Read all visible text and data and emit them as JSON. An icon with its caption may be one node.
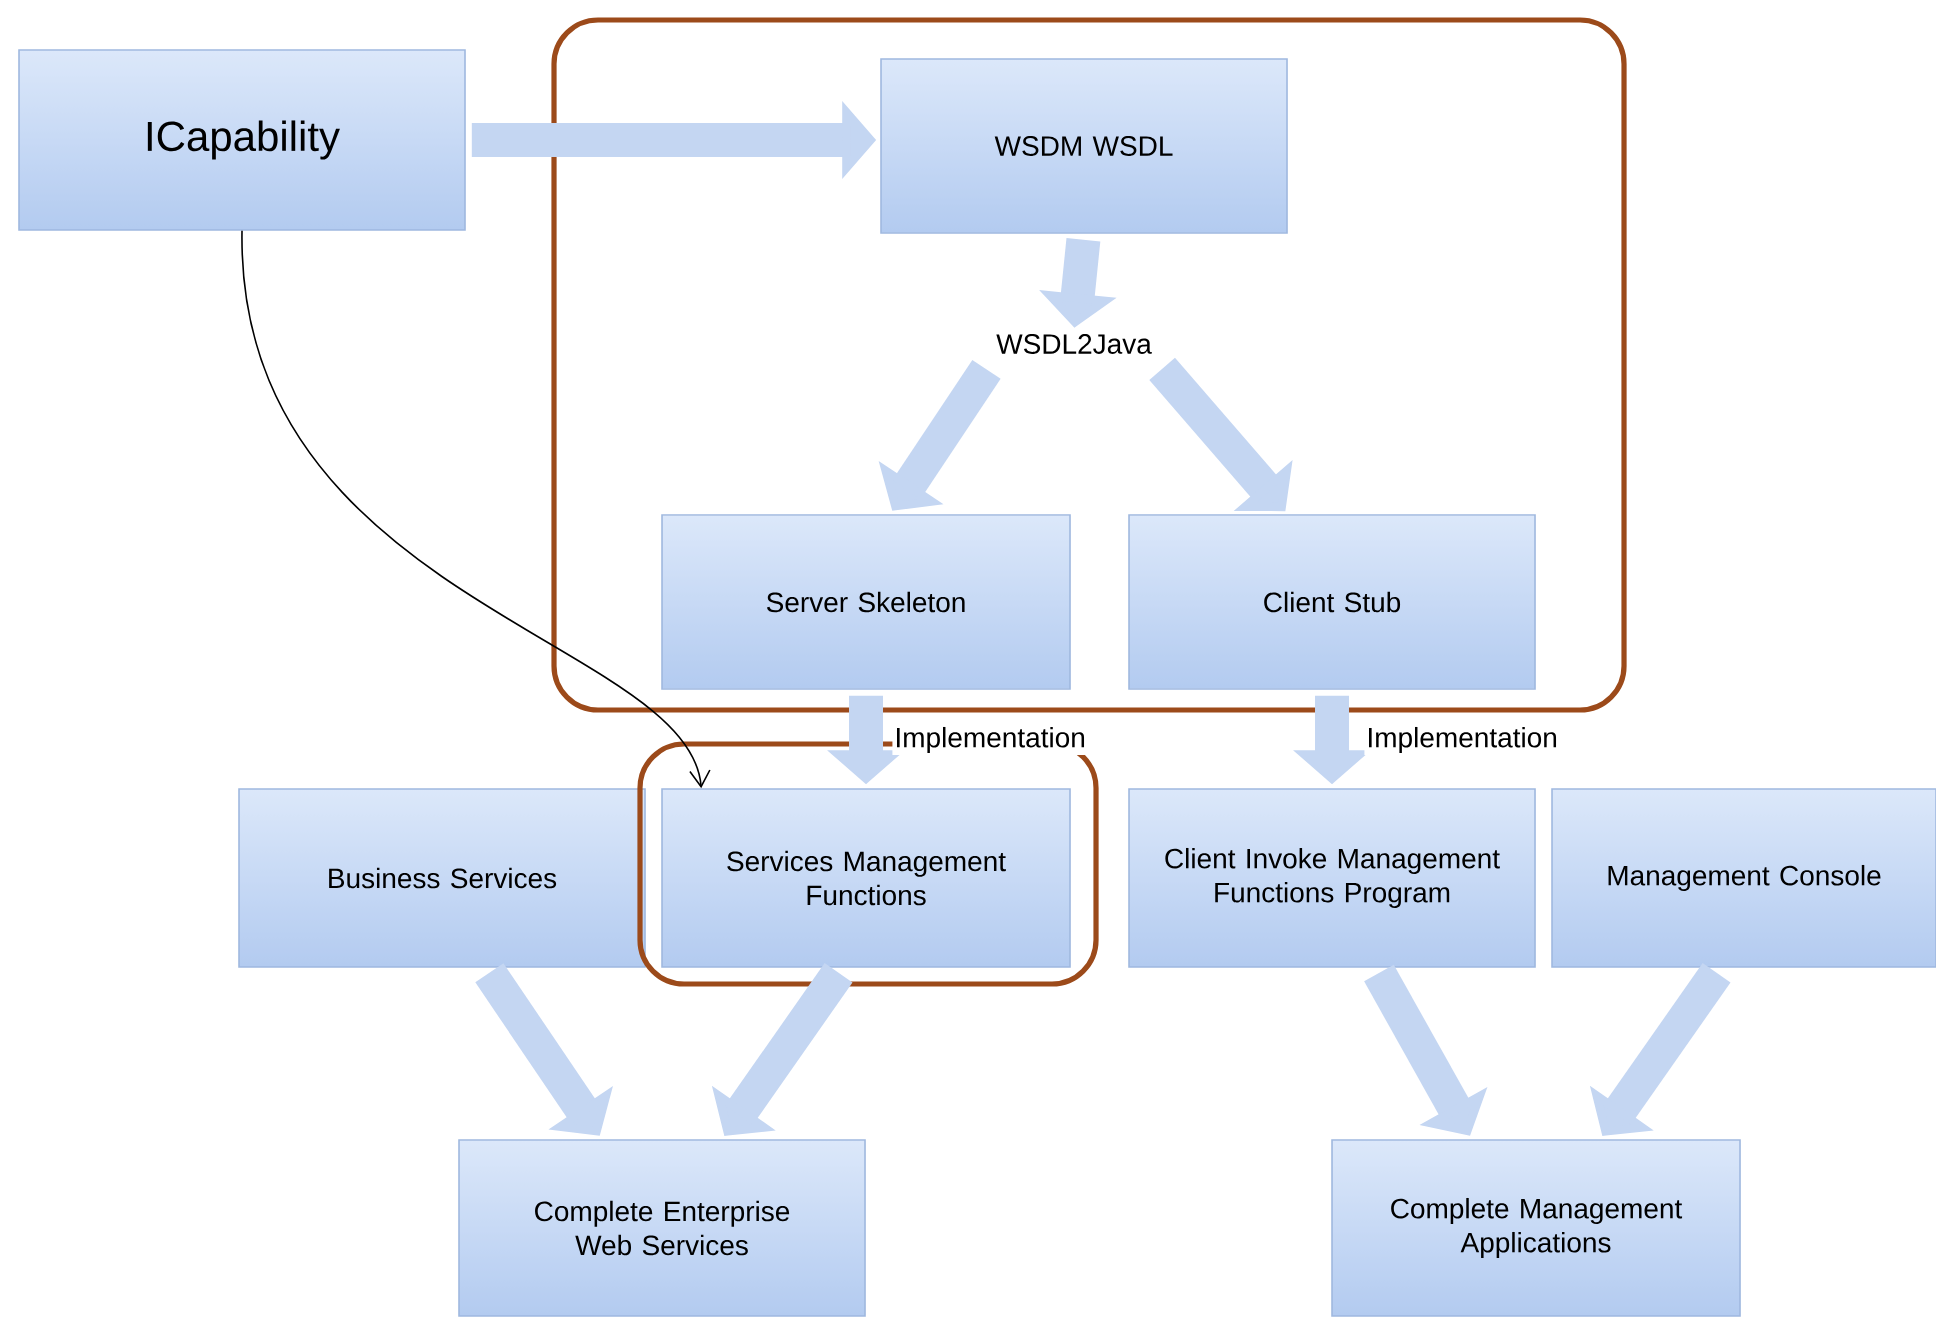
{
  "diagram": {
    "nodes": [
      {
        "text": [
          "ICapability"
        ]
      },
      {
        "text": [],
        "shape": "box"
      },
      {
        "text": [
          "WSDM WSDL"
        ],
        "in": 1
      },
      {
        "text": [
          "WSDL2Java"
        ],
        "in": 1
      },
      {
        "text": [
          "Server Skeleton"
        ],
        "in": 1
      },
      {
        "text": [
          "Client Stub"
        ],
        "in": 1
      },
      {
        "text": [
          "Business Services"
        ]
      },
      {
        "text": [],
        "shape": "box"
      },
      {
        "text": [
          "Services Management Functions"
        ],
        "in": 7
      },
      {
        "text": [
          "Client Invoke Management Functions Program"
        ]
      },
      {
        "text": [
          "Management Console"
        ]
      },
      {
        "text": [
          "Complete Enterprise Web Services"
        ]
      },
      {
        "text": [
          "Complete Management Applications"
        ]
      }
    ],
    "edges": [
      {
        "from": 0,
        "to": 2,
        "arrow": "to"
      },
      {
        "from": 2,
        "to": 3,
        "arrow": "to"
      },
      {
        "from": 3,
        "to": 4,
        "arrow": "to"
      },
      {
        "from": 3,
        "to": 5,
        "arrow": "to"
      },
      {
        "from": 4,
        "to": 8,
        "arrow": "to",
        "label": "Implementation"
      },
      {
        "from": 5,
        "to": 9,
        "arrow": "to",
        "label": "Implementation"
      },
      {
        "from": 6,
        "to": 11,
        "arrow": "to"
      },
      {
        "from": 8,
        "to": 11,
        "arrow": "to"
      },
      {
        "from": 9,
        "to": 12,
        "arrow": "to"
      },
      {
        "from": 10,
        "to": 12,
        "arrow": "to"
      },
      {
        "from": 0,
        "to": 8,
        "arrow": "to",
        "color": "#000000"
      }
    ]
  }
}
